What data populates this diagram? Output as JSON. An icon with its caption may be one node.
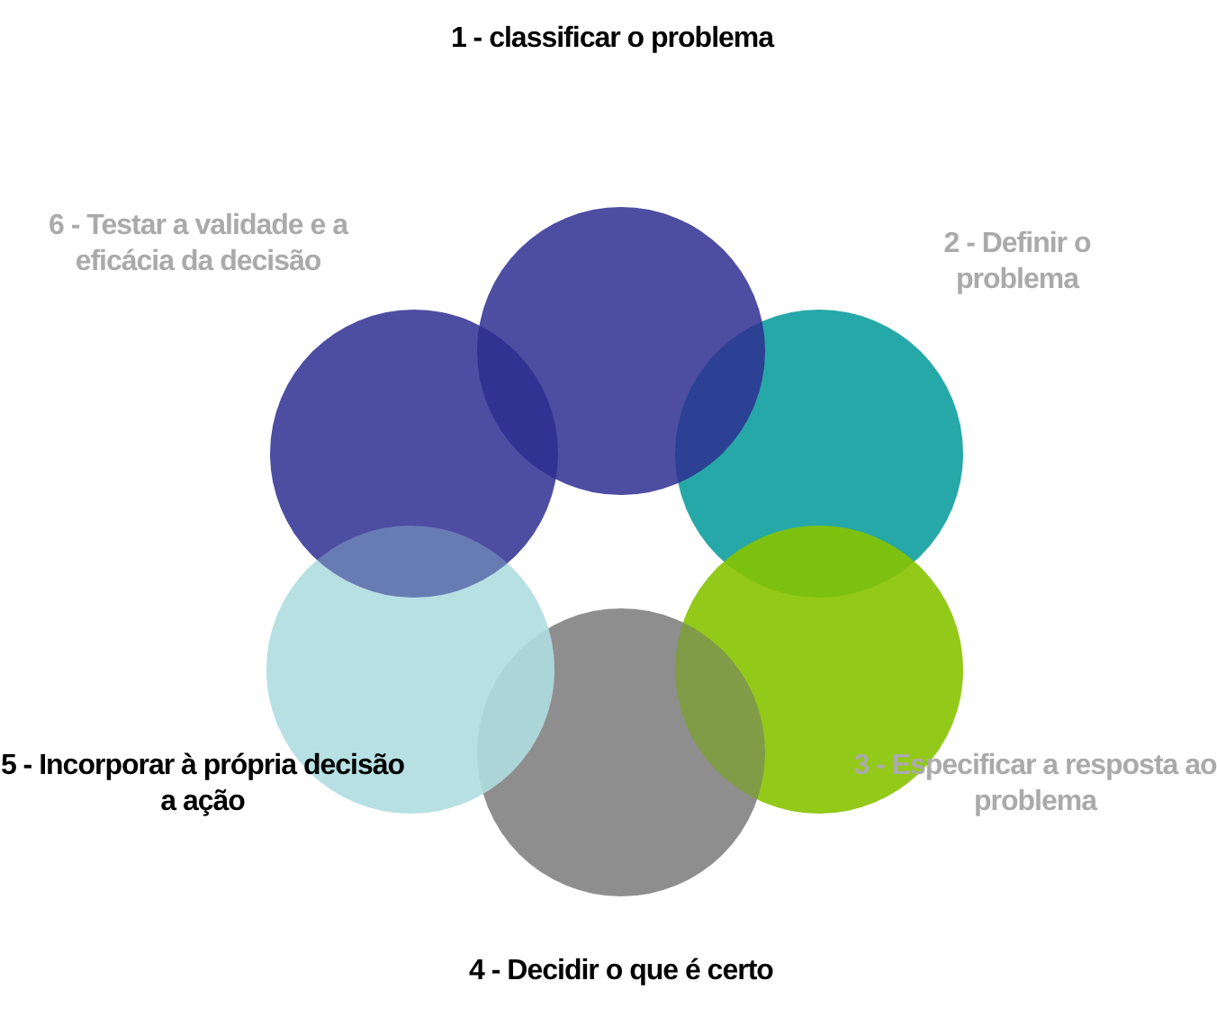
{
  "diagram": {
    "labels": [
      "1 - classificar o problema",
      "2 - Definir o problema",
      "3 - Especificar a resposta ao problema",
      "4 - Decidir o que é certo",
      "5 - Incorporar à própria decisão a ação",
      "6 - Testar a validade e a eficácia da decisão"
    ]
  }
}
